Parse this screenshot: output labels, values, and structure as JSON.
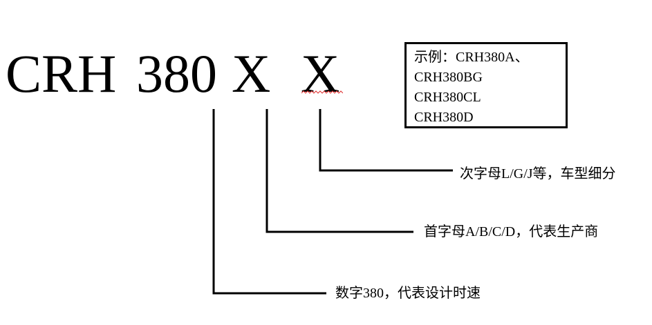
{
  "code": {
    "prefix": "CRH",
    "series": "380",
    "letter1": "X",
    "letter2": "X"
  },
  "example_box": {
    "lines": [
      "示例：CRH380A、",
      "CRH380BG",
      "CRH380CL",
      "CRH380D"
    ]
  },
  "descriptions": {
    "sub_letter": "次字母L/G/J等，车型细分",
    "first_letter": "首字母A/B/C/D，代表生产商",
    "number": "数字380，代表设计时速"
  },
  "colors": {
    "text": "#000000",
    "line": "#000000",
    "squiggle": "#e03030",
    "background": "#ffffff"
  }
}
